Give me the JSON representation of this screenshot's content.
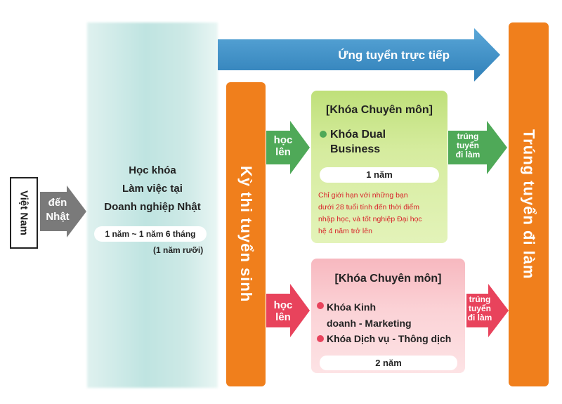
{
  "origin": {
    "label": "Việt Nam"
  },
  "to_japan_arrow": {
    "line1": "đến",
    "line2": "Nhật"
  },
  "language_course": {
    "line1": "Học khóa",
    "line2": "Làm việc tại",
    "line3": "Doanh nghiệp Nhật",
    "duration": "1 năm ~ 1 năm 6 tháng",
    "duration_note": "(1 năm rưỡi)"
  },
  "direct_apply": {
    "label": "Ứng tuyển trực tiếp"
  },
  "entrance_exam": {
    "label": "Kỳ thi tuyển sinh"
  },
  "study_arrow_1": {
    "line1": "học",
    "line2": "lên"
  },
  "study_arrow_2": {
    "line1": "học",
    "line2": "lên"
  },
  "course_dual": {
    "title": "[Khóa Chuyên môn]",
    "item_line1": "Khóa Dual",
    "item_line2": "Business",
    "duration": "1 năm",
    "note_line1": "Chỉ giới hạn với những bạn",
    "note_line2": "dưới 28 tuổi tính đến thời điểm",
    "note_line3": "nhập học, và tốt nghiệp Đại học",
    "note_line4": "hệ 4 năm trở lên"
  },
  "course_business": {
    "title": "[Khóa Chuyên môn]",
    "item1_line1": "Khóa Kinh",
    "item1_line2": "doanh - Marketing",
    "item2": "Khóa Dịch vụ - Thông dịch",
    "duration": "2 năm"
  },
  "hired_arrow_1": {
    "line1": "trúng",
    "line2": "tuyển",
    "line3": "đi làm"
  },
  "hired_arrow_2": {
    "line1": "trúng",
    "line2": "tuyển",
    "line3": "đi làm"
  },
  "employment": {
    "label": "Trúng tuyển đi làm"
  },
  "colors": {
    "orange": "#F07F1C",
    "blue_arrow": "#3A8FC8",
    "green_arrow": "#4FA958",
    "pink_arrow": "#E8435C",
    "gray_arrow": "#7A7A7A",
    "note_red": "#D8232A",
    "teal_bar": "#BEE3E2"
  }
}
